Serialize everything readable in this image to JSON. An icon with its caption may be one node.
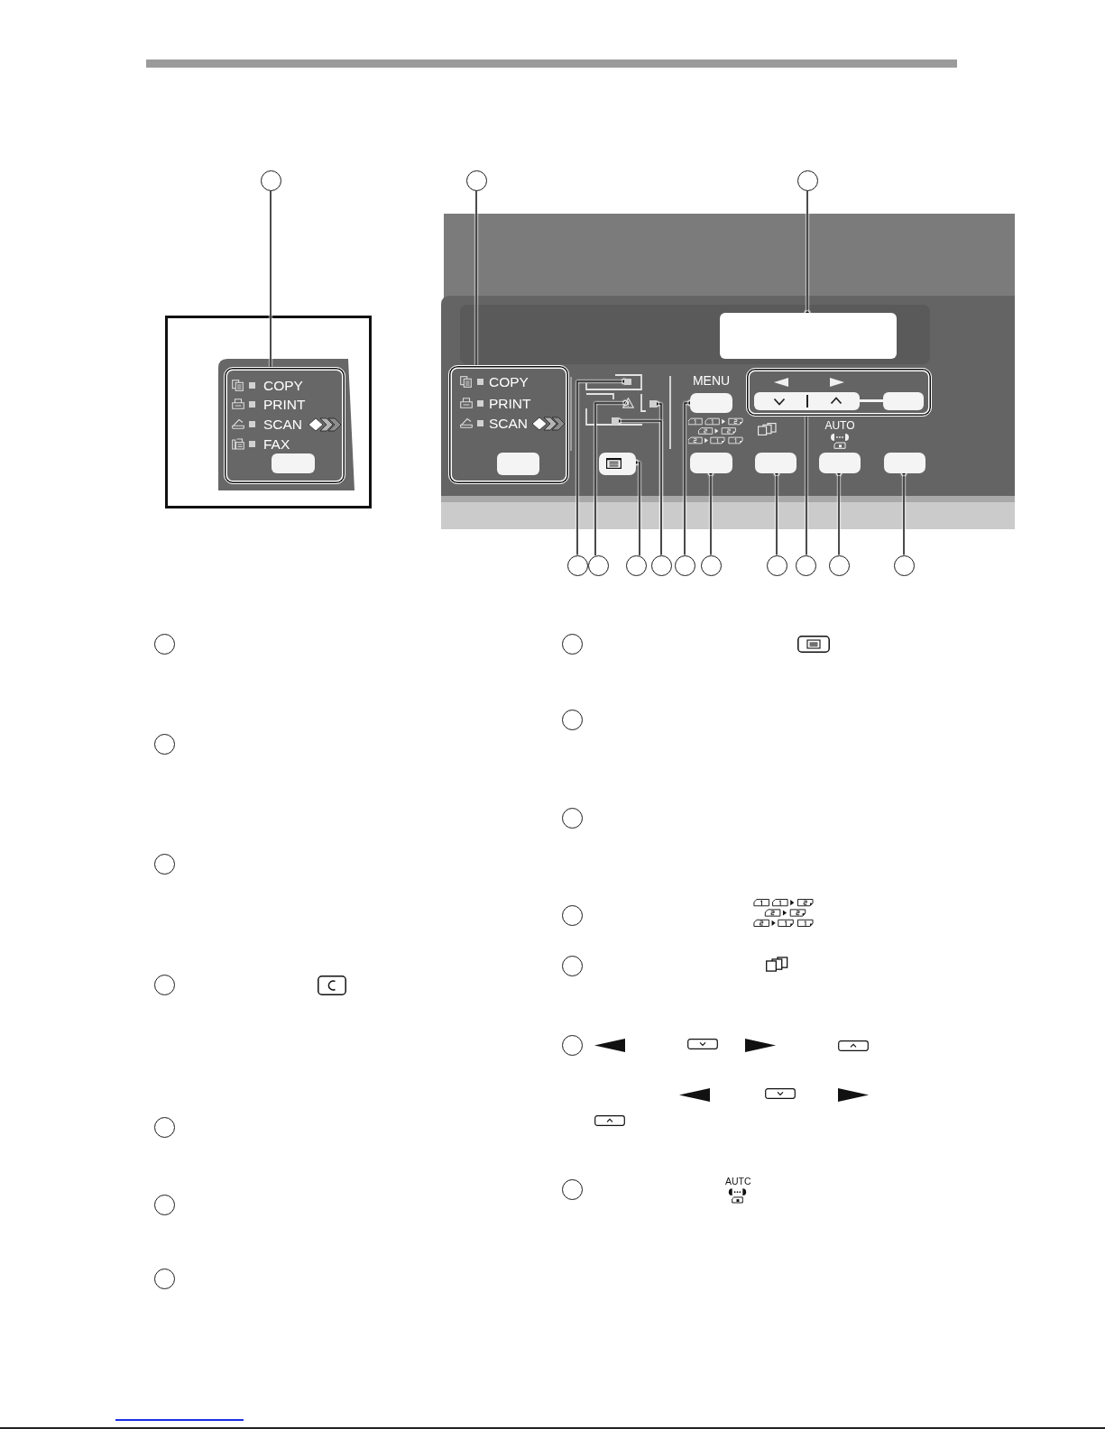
{
  "diagram": {
    "nodes": [
      {
        "text": [],
        "shape": "circle"
      },
      {
        "text": [],
        "shape": "circle"
      },
      {
        "text": [],
        "shape": "circle"
      },
      {
        "text": [],
        "shape": "box"
      },
      {
        "text": [
          "COPY",
          "PRINT",
          "SCAN",
          "FAX"
        ]
      },
      {
        "text": [
          "COPY",
          "PRINT",
          "SCAN"
        ]
      },
      {
        "text": [],
        "shape": "box"
      },
      {
        "text": [
          "MENU"
        ]
      },
      {
        "text": [],
        "shape": "box"
      },
      {
        "text": [],
        "shape": "triangle"
      },
      {
        "text": [],
        "shape": "box"
      },
      {
        "text": [],
        "shape": "box"
      },
      {
        "text": [],
        "shape": "box"
      },
      {
        "text": [],
        "shape": "box"
      },
      {
        "text": [],
        "shape": "box"
      },
      {
        "text": [
          "AUTO"
        ]
      },
      {
        "text": [],
        "shape": "box"
      },
      {
        "text": [],
        "shape": "circle"
      },
      {
        "text": [],
        "shape": "circle"
      },
      {
        "text": [],
        "shape": "circle"
      },
      {
        "text": [],
        "shape": "circle"
      },
      {
        "text": [],
        "shape": "circle"
      },
      {
        "text": [],
        "shape": "circle"
      },
      {
        "text": [],
        "shape": "circle"
      },
      {
        "text": [],
        "shape": "circle"
      },
      {
        "text": [],
        "shape": "circle"
      },
      {
        "text": [],
        "shape": "circle"
      },
      {
        "text": [],
        "shape": "circle"
      },
      {
        "text": [],
        "shape": "circle"
      },
      {
        "text": [],
        "shape": "circle"
      },
      {
        "text": [],
        "shape": "circle"
      },
      {
        "text": [],
        "shape": "circle"
      },
      {
        "text": [],
        "shape": "circle"
      },
      {
        "text": [],
        "shape": "circle"
      },
      {
        "text": [],
        "shape": "circle"
      },
      {
        "text": [],
        "shape": "circle"
      },
      {
        "text": [],
        "shape": "circle"
      },
      {
        "text": [],
        "shape": "circle"
      },
      {
        "text": [],
        "shape": "circle"
      },
      {
        "text": [],
        "shape": "circle"
      },
      {
        "text": [],
        "shape": "circle"
      }
    ],
    "edges": [
      {
        "from": 0,
        "to": 4,
        "arrow": "none"
      },
      {
        "from": 1,
        "to": 5,
        "arrow": "none"
      },
      {
        "from": 2,
        "to": 3,
        "arrow": "other"
      },
      {
        "from": 17,
        "to": 6,
        "arrow": "other"
      },
      {
        "from": 18,
        "to": 9,
        "arrow": "other"
      },
      {
        "from": 19,
        "to": 12,
        "arrow": "other"
      },
      {
        "from": 20,
        "to": 10,
        "arrow": "other"
      },
      {
        "from": 20,
        "to": 11,
        "arrow": "other"
      },
      {
        "from": 21,
        "to": 7,
        "arrow": "other"
      },
      {
        "from": 22,
        "to": 13,
        "arrow": "other"
      },
      {
        "from": 23,
        "to": 14,
        "arrow": "other"
      },
      {
        "from": 24,
        "to": 8,
        "arrow": "none"
      },
      {
        "from": 25,
        "to": 15,
        "arrow": "other"
      },
      {
        "from": 26,
        "to": 16,
        "arrow": "other"
      }
    ],
    "labels": [
      "AUTC"
    ]
  }
}
